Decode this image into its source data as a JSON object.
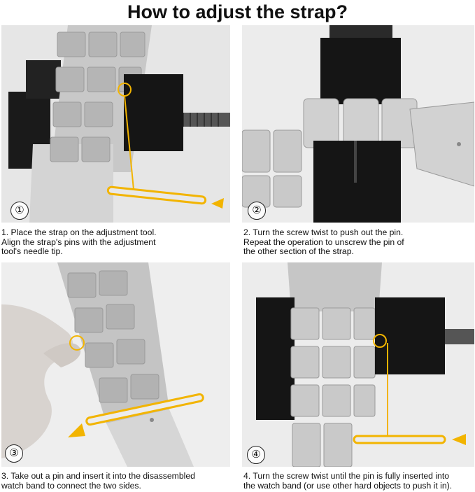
{
  "header": {
    "title": "How to adjust the strap?"
  },
  "colors": {
    "highlight": "#f2b400",
    "tool": "#151515",
    "steel": "#c9c9c9"
  },
  "steps": [
    {
      "number": "①",
      "caption_lines": [
        "1. Place the strap on the adjustment tool.",
        "Align the strap's pins with the adjustment",
        "tool's needle tip."
      ]
    },
    {
      "number": "②",
      "caption_lines": [
        "2. Turn the screw twist to push out the pin.",
        "Repeat the operation to unscrew the pin of",
        "the other section of the strap."
      ]
    },
    {
      "number": "③",
      "caption_lines": [
        "3. Take out a pin and insert it into the disassembled",
        "watch band to connect the two sides."
      ]
    },
    {
      "number": "④",
      "caption_lines": [
        "4. Turn the screw twist until the pin is fully inserted into",
        "the watch band (or use other hard objects to push it in)."
      ]
    }
  ]
}
